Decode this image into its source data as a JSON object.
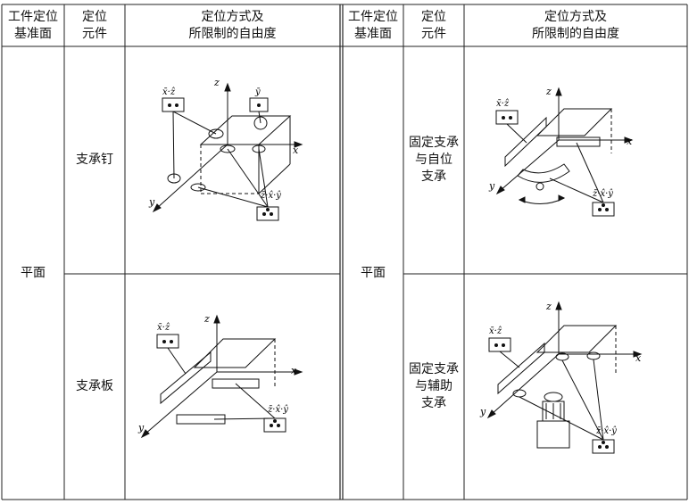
{
  "header": {
    "left": {
      "base_surface": "工件定位\n基准面",
      "element": "定位\n元件",
      "method": "定位方式及\n所限制的自由度"
    },
    "right": {
      "base_surface": "工件定位\n基准面",
      "element": "定位\n元件",
      "method": "定位方式及\n所限制的自由度"
    }
  },
  "left": {
    "base": "平面",
    "rows": [
      {
        "element": "支承钉"
      },
      {
        "element": "支承板"
      }
    ]
  },
  "right": {
    "base": "平面",
    "rows": [
      {
        "element": "固定支承\n与自位\n支承"
      },
      {
        "element": "固定支承\n与辅助\n支承"
      }
    ]
  },
  "diagrams": {
    "d1": {
      "axis_x": "x",
      "axis_y": "y",
      "axis_z": "z",
      "label_xz": "x̄·ẑ",
      "label_y": "ȳ",
      "label_zxy": "z̄·x̂·ŷ"
    },
    "d2": {
      "axis_x": "x",
      "axis_y": "y",
      "axis_z": "z",
      "label_xz": "x̄·ẑ",
      "label_zxy": "z̄·x̂·ŷ"
    },
    "d3": {
      "axis_x": "x",
      "axis_y": "y",
      "axis_z": "z",
      "label_xz": "x̄·ẑ",
      "label_zxy": "z̄·x̂·ŷ"
    },
    "d4": {
      "axis_x": "x",
      "axis_y": "y",
      "axis_z": "z",
      "label_xz": "x̄·ẑ",
      "label_zxy": "z̄·x̂·ŷ"
    }
  }
}
